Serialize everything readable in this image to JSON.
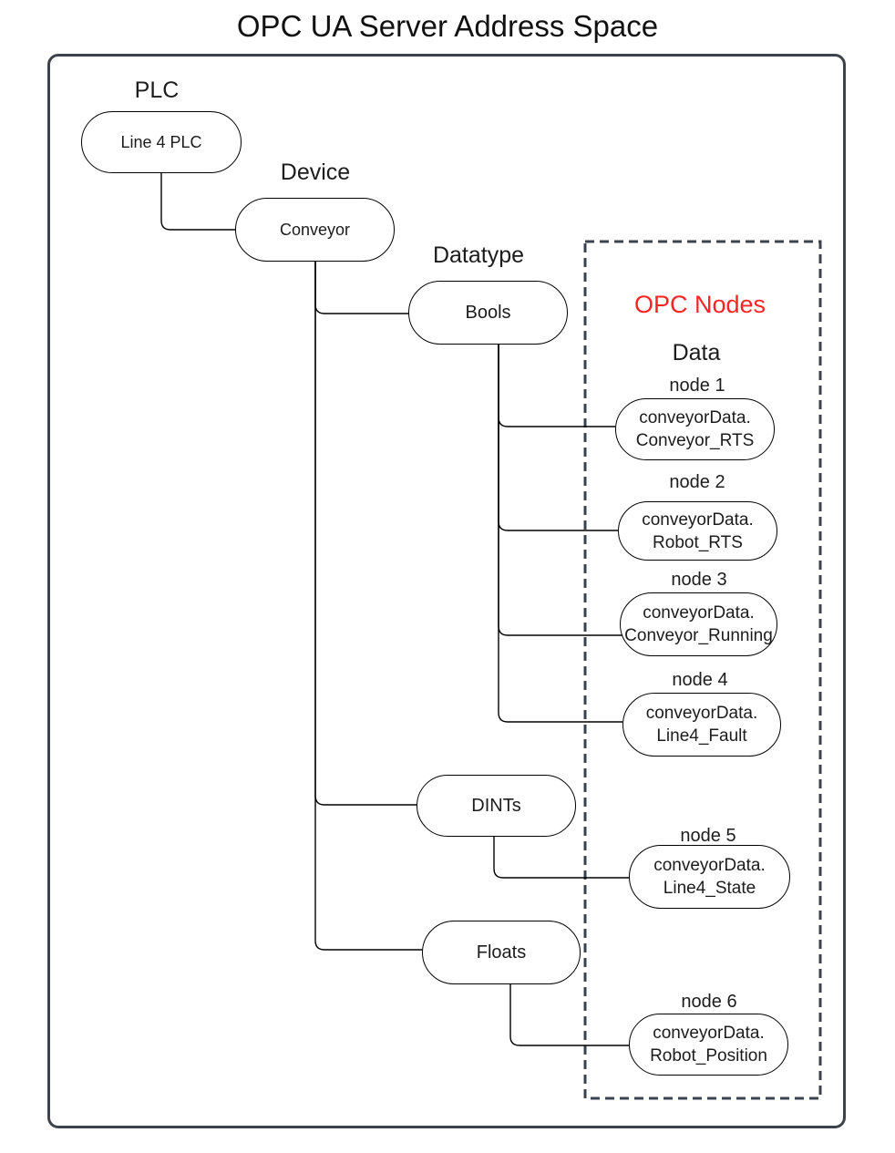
{
  "title": "OPC UA Server Address Space",
  "colors": {
    "accent_red": "#fb2424",
    "boundary_dark": "#3d434d",
    "line_black": "#000000"
  },
  "tree": {
    "plc": {
      "label": "PLC",
      "node": "Line 4 PLC"
    },
    "device": {
      "label": "Device",
      "node": "Conveyor"
    },
    "datatype": {
      "label": "Datatype",
      "types": [
        {
          "name": "Bools"
        },
        {
          "name": "DINTs"
        },
        {
          "name": "Floats"
        }
      ]
    },
    "opc_nodes": {
      "title": "OPC Nodes",
      "subtitle": "Data",
      "nodes": [
        {
          "label": "node 1",
          "line1": "conveyorData.",
          "line2": "Conveyor_RTS"
        },
        {
          "label": "node 2",
          "line1": "conveyorData.",
          "line2": "Robot_RTS"
        },
        {
          "label": "node 3",
          "line1": "conveyorData.",
          "line2": "Conveyor_Running"
        },
        {
          "label": "node 4",
          "line1": "conveyorData.",
          "line2": "Line4_Fault"
        },
        {
          "label": "node 5",
          "line1": "conveyorData.",
          "line2": "Line4_State"
        },
        {
          "label": "node 6",
          "line1": "conveyorData.",
          "line2": "Robot_Position"
        }
      ]
    }
  }
}
